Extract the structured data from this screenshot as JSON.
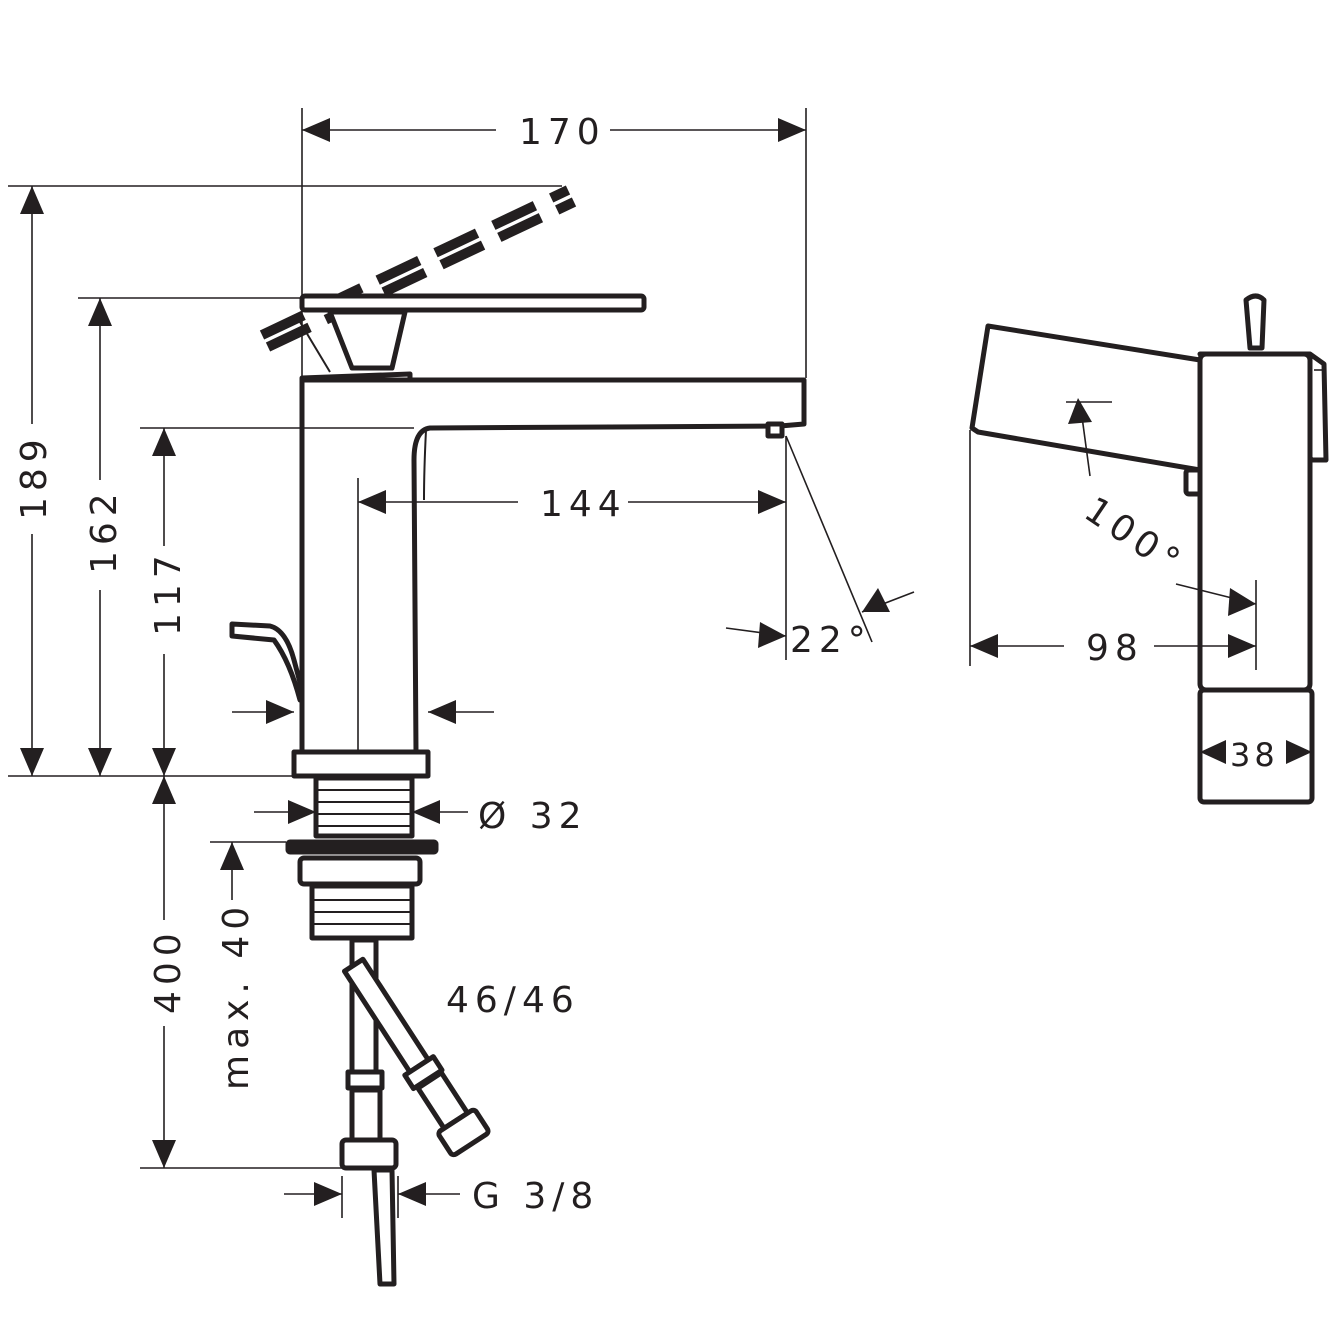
{
  "dimensions": {
    "width_total": "170",
    "height_lever_raised": "189",
    "height_lever": "162",
    "height_spout": "117",
    "spout_reach": "144",
    "flow_angle": "22°",
    "lever_rotation": "100°",
    "side_depth": "98",
    "body_width": "38",
    "shank_diameter": "Ø 32",
    "hose_length": "400",
    "max_counter_thickness": "max. 40",
    "hose_spec": "46/46",
    "connection_thread": "G 3/8"
  }
}
